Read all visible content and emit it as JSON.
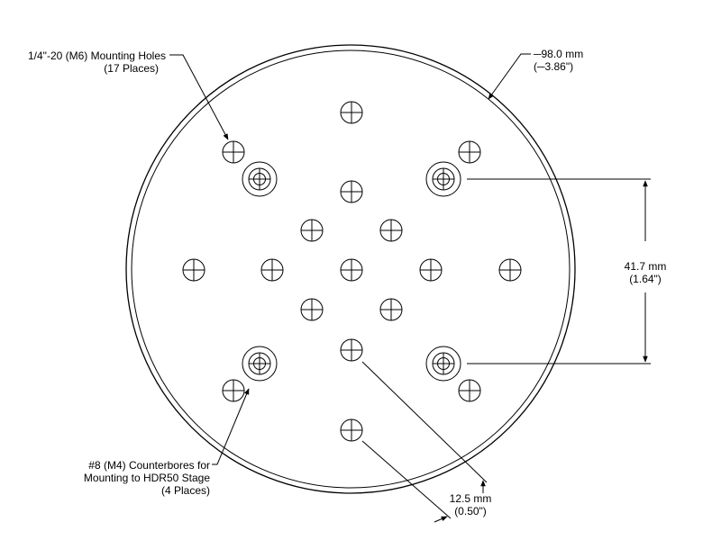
{
  "callouts": {
    "mounting_holes": {
      "line1": "1/4\"-20 (M6) Mounting Holes",
      "line2": "(17 Places)"
    },
    "diameter": {
      "line1": "─98.0 mm",
      "line2": "(─3.86\")"
    },
    "counterbores": {
      "line1": "#8 (M4) Counterbores for",
      "line2": "Mounting to HDR50 Stage",
      "line3": "(4 Places)"
    },
    "vertical_dimension": {
      "line1": "41.7 mm",
      "line2": "(1.64\")"
    },
    "pitch_dimension": {
      "line1": "12.5 mm",
      "line2": "(0.50\")"
    }
  },
  "colors": {
    "ink": "#000000",
    "background": "#ffffff"
  }
}
